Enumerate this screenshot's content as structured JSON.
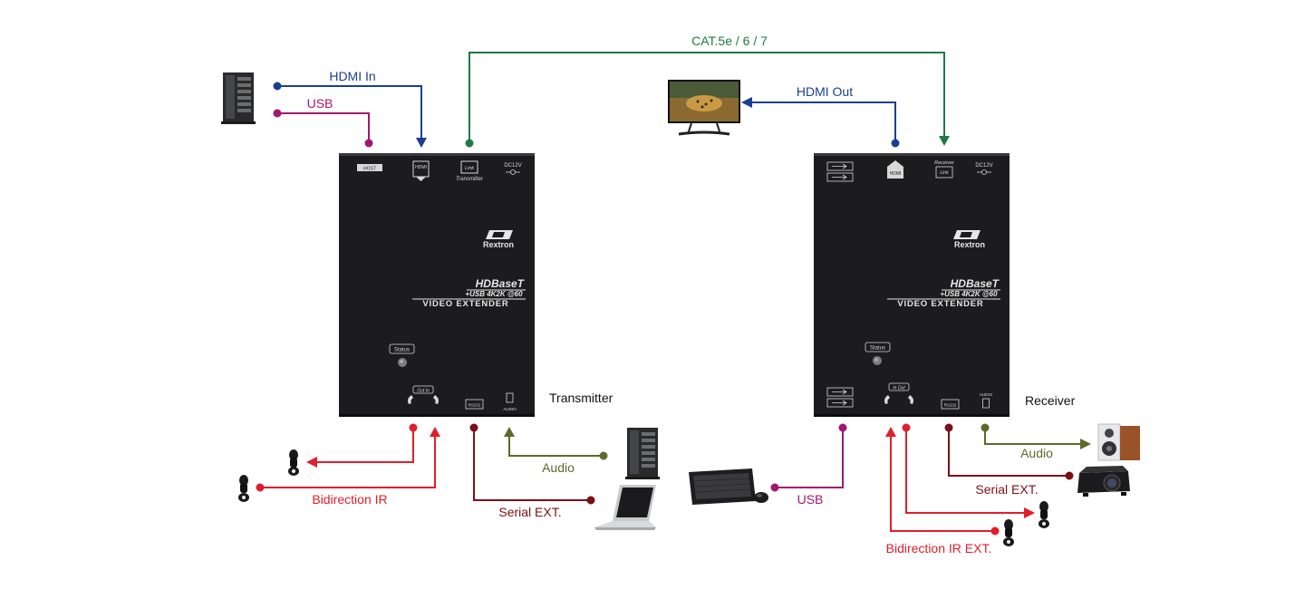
{
  "colors": {
    "hdmi": "#1b3f8f",
    "usb": "#a3176e",
    "cat": "#1e7a45",
    "ir": "#e01e2d",
    "serial": "#7a1016",
    "audio": "#5a6b2c",
    "device": "#1c1c1e"
  },
  "labels": {
    "cat": "CAT.5e / 6 / 7",
    "hdmi_in": "HDMI In",
    "usb_in": "USB",
    "hdmi_out": "HDMI Out",
    "transmitter": "Transmitter",
    "receiver": "Receiver",
    "tx_audio": "Audio",
    "tx_ir": "Bidirection IR",
    "tx_serial": "Serial EXT.",
    "rx_usb": "USB",
    "rx_audio": "Audio",
    "rx_serial": "Serial EXT.",
    "rx_ir": "Bidirection IR EXT."
  },
  "transmitter_unit": {
    "port_host": "HOST",
    "port_hdmi": "HDMI",
    "port_link": "Link",
    "link_caption": "Transmitter",
    "power": "DC12V",
    "brand": "Rextron",
    "hdbase": "HDBaseT",
    "spec": "+USB 4K2K @60",
    "title": "VIDEO EXTENDER",
    "status": "Status",
    "ir_port": "Out In",
    "rs232": "RS232",
    "audio_port": "AUDIO"
  },
  "receiver_unit": {
    "port_hdmi": "HDMI",
    "receiver_caption": "Receiver",
    "port_link": "Link",
    "power": "DC12V",
    "brand": "Rextron",
    "hdbase": "HDBaseT",
    "spec": "+USB 4K2K @60",
    "title": "VIDEO EXTENDER",
    "status": "Status",
    "ir_port": "In Out",
    "rs232": "RS232",
    "audio_port": "AUDIO"
  },
  "icons": [
    "computer-tower-icon",
    "monitor-icon",
    "ir-emitter-icon",
    "ir-receiver-icon",
    "laptop-icon",
    "keyboard-mouse-icon",
    "speaker-icon",
    "projector-icon"
  ]
}
